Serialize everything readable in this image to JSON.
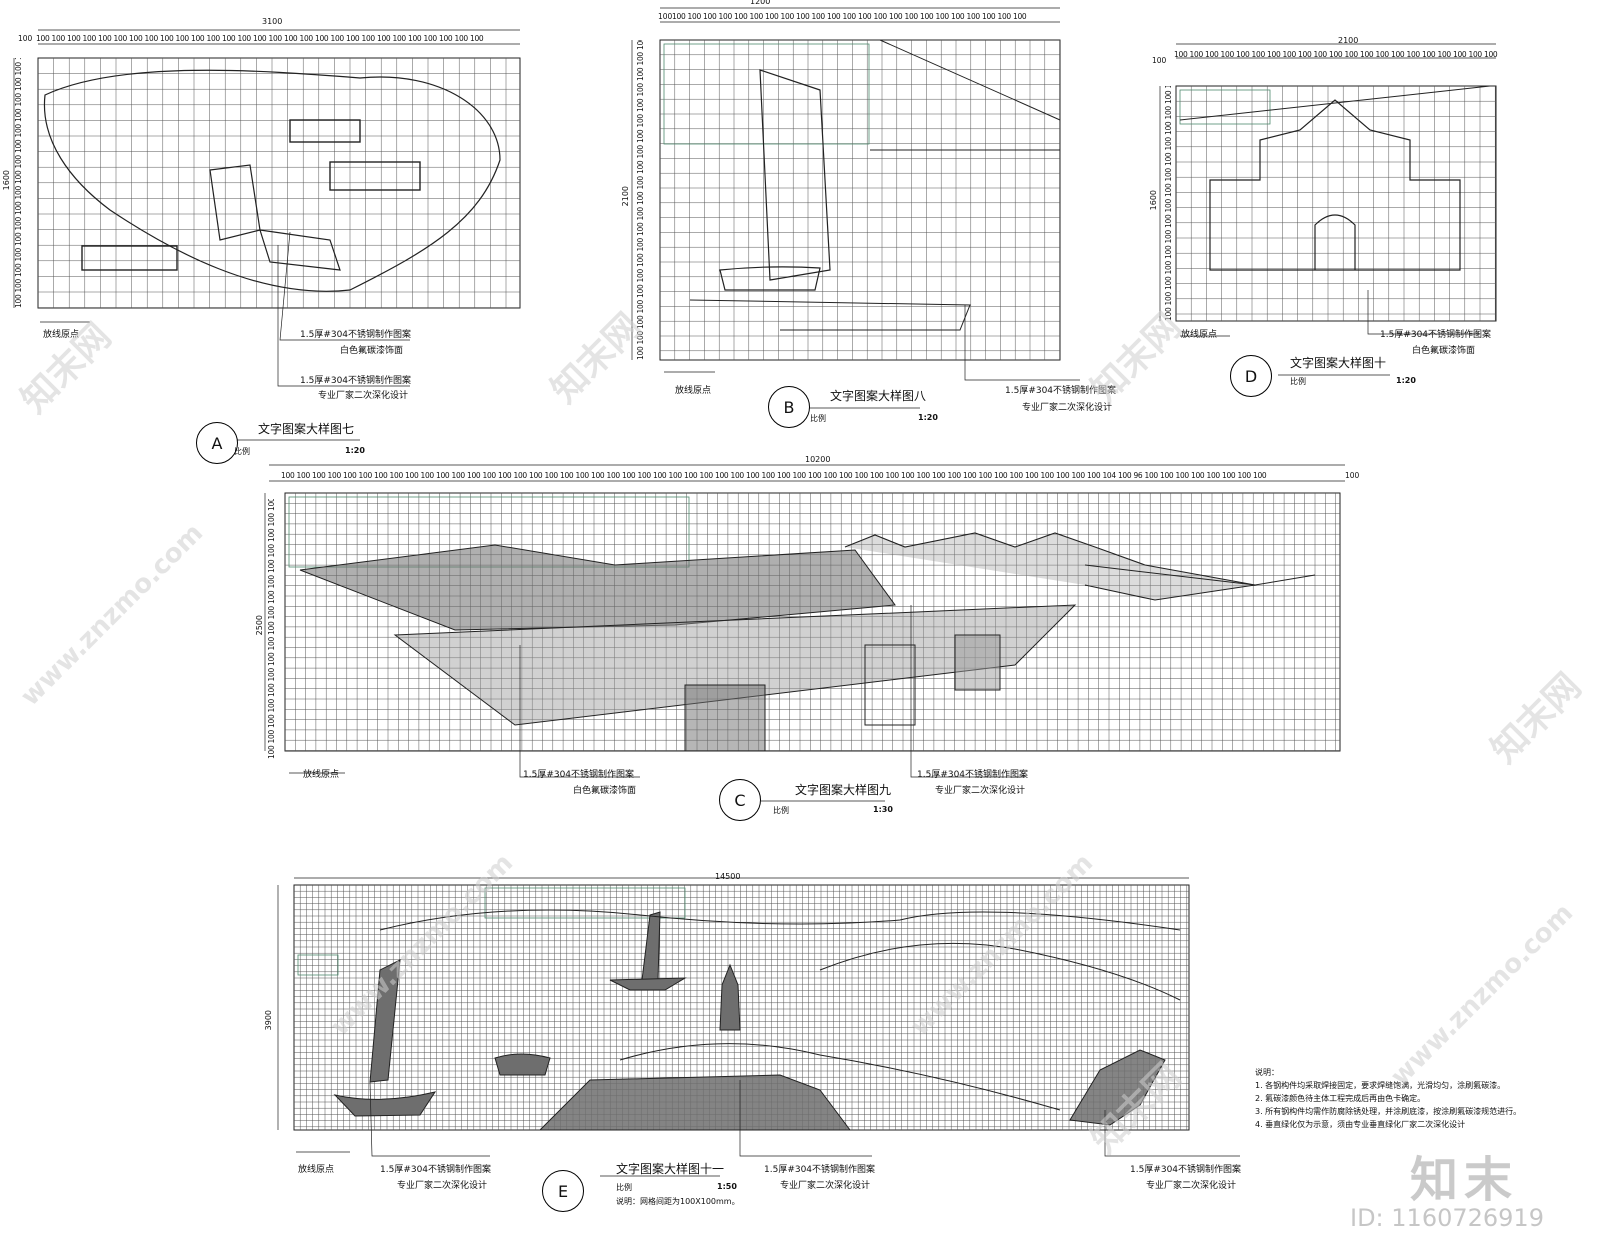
{
  "panels": {
    "A": {
      "letter": "A",
      "title": "文字图案大样图七",
      "scale_label": "比例",
      "scale_value": "1:20",
      "width_dim": "3100",
      "height_dim": "1600",
      "edge_dim": "100",
      "origin_label": "放线原点",
      "callout1_line1": "1.5厚#304不锈钢制作图案",
      "callout1_line2": "白色氟碳漆饰面",
      "callout2_line1": "1.5厚#304不锈钢制作图案",
      "callout2_line2": "专业厂家二次深化设计",
      "tick_text": "100 100 100 100 100 100 100 100 100 100 100 100 100 100 100 100 100 100 100 100 100 100 100 100 100 100 100 100 100"
    },
    "B": {
      "letter": "B",
      "title": "文字图案大样图八",
      "scale_label": "比例",
      "scale_value": "1:20",
      "width_dim": "1200",
      "height_dim": "2100",
      "edge_dim": "100",
      "origin_label": "放线原点",
      "callout1_line1": "1.5厚#304不锈钢制作图案",
      "callout1_line2": "专业厂家二次深化设计",
      "tick_text": "100 100 100 100 100 100 100 100 100 100 100 100 100 100 100 100 100 100 100 100 100 100 100"
    },
    "C": {
      "letter": "C",
      "title": "文字图案大样图九",
      "scale_label": "比例",
      "scale_value": "1:30",
      "width_dim": "10200",
      "height_dim": "2500",
      "edge_dim": "100",
      "origin_label": "放线原点",
      "callout1_line1": "1.5厚#304不锈钢制作图案",
      "callout1_line2": "白色氟碳漆饰面",
      "callout2_line1": "1.5厚#304不锈钢制作图案",
      "callout2_line2": "专业厂家二次深化设计",
      "tick_text": "100 100 100 100 100 100 100 100 100 100 100 100 100 100 100 100 100 100 100 100 100 100 100 100 100 100 100 100 100 100 100 100 100 100 100 100 100 100 100 100 100 100 100 100 100 100 100 100 100 100 100 100 100 104 100 96 100 100 100 100 100 100 100 100"
    },
    "D": {
      "letter": "D",
      "title": "文字图案大样图十",
      "scale_label": "比例",
      "scale_value": "1:20",
      "width_dim": "2100",
      "height_dim": "1600",
      "edge_dim": "100",
      "origin_label": "放线原点",
      "callout1_line1": "1.5厚#304不锈钢制作图案",
      "callout1_line2": "白色氟碳漆饰面",
      "tick_text": "100 100 100 100 100 100 100 100 100 100 100 100 100 100 100 100 100 100 100 100 100"
    },
    "E": {
      "letter": "E",
      "title": "文字图案大样图十一",
      "scale_label": "比例",
      "scale_value": "1:50",
      "note": "说明：网格间距为100X100mm。",
      "width_dim": "14500",
      "height_dim": "3900",
      "origin_label": "放线原点",
      "callout1_line1": "1.5厚#304不锈钢制作图案",
      "callout1_line2": "专业厂家二次深化设计",
      "callout2_line1": "1.5厚#304不锈钢制作图案",
      "callout2_line2": "专业厂家二次深化设计",
      "callout3_line1": "1.5厚#304不锈钢制作图案",
      "callout3_line2": "专业厂家二次深化设计"
    }
  },
  "notes": {
    "heading": "说明：",
    "items": [
      "1. 各钢构件均采取焊接固定，要求焊缝饱满，光滑均匀，涂刷氟碳漆。",
      "2. 氟碳漆颜色待主体工程完成后再由色卡确定。",
      "3. 所有钢构件均需作防腐除锈处理，并涂刷底漆，按涂刷氟碳漆规范进行。",
      "4. 垂直绿化仅为示意，须由专业垂直绿化厂家二次深化设计"
    ]
  },
  "watermark": {
    "site": "www.znzmo.com",
    "brand": "知末网",
    "logo": "知末",
    "id": "ID: 1160726919"
  },
  "colors": {
    "line": "#222222",
    "grid": "#555555",
    "fill_dark": "#6e6e6e",
    "fill_mid": "#9a9a9a",
    "green_accent": "#4f8a6e",
    "watermark": "#cfcfcf"
  }
}
